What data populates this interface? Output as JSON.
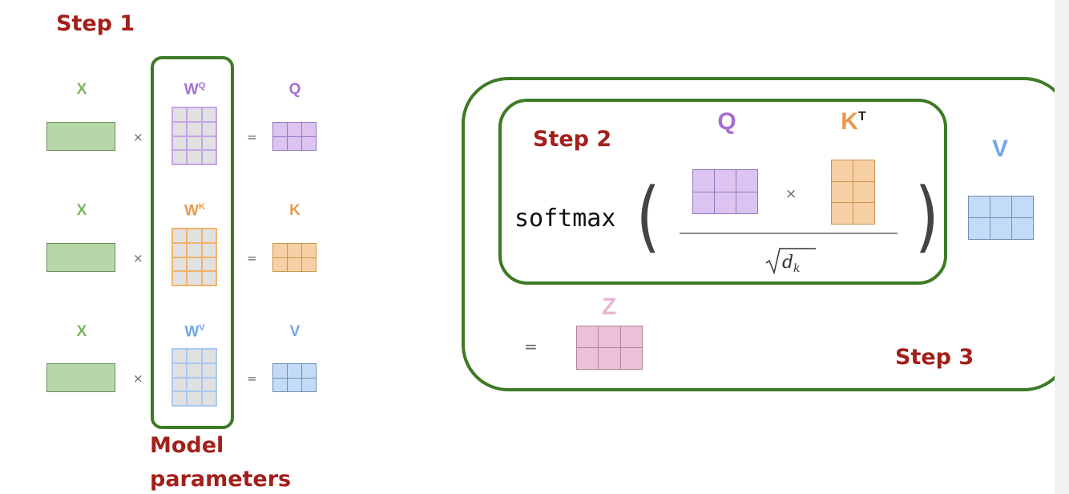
{
  "step1": {
    "title": "Step 1"
  },
  "step2": {
    "title": "Step 2"
  },
  "step3": {
    "title": "Step 3"
  },
  "model_params": {
    "line1": "Model",
    "line2": "parameters"
  },
  "rows": [
    {
      "input": "X",
      "weight_base": "W",
      "weight_sup": "Q",
      "output": "Q"
    },
    {
      "input": "X",
      "weight_base": "W",
      "weight_sup": "K",
      "output": "K"
    },
    {
      "input": "X",
      "weight_base": "W",
      "weight_sup": "V",
      "output": "V"
    }
  ],
  "ops": {
    "times": "×",
    "equals": "="
  },
  "formula": {
    "func": "softmax",
    "q_label": "Q",
    "k_label": "K",
    "k_sup": "T",
    "v_label": "V",
    "z_label": "Z",
    "denominator": "√d_k"
  },
  "colors": {
    "step": "#a31f1a",
    "box": "#3d7a24",
    "x": "#7bb661",
    "q": "#a56fd6",
    "k": "#e8994a",
    "v": "#72a7ea",
    "z": "#e9b7d3"
  }
}
